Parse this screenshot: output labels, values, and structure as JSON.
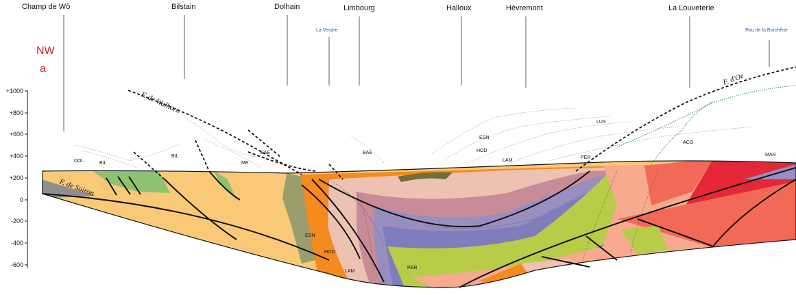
{
  "orientation": {
    "direction": "NW",
    "panel": "a"
  },
  "localities": [
    {
      "id": "champ-de-wo",
      "label": "Champ de Wô"
    },
    {
      "id": "bilstain",
      "label": "Bilstain"
    },
    {
      "id": "dolhain",
      "label": "Dolhain"
    },
    {
      "id": "limbourg",
      "label": "Limbourg"
    },
    {
      "id": "halloux",
      "label": "Halloux"
    },
    {
      "id": "hevremont",
      "label": "Hèvremont"
    },
    {
      "id": "la-louveterie",
      "label": "La Louveterie"
    }
  ],
  "rivers": [
    {
      "id": "la-vesdre",
      "label": "La Vesdre"
    },
    {
      "id": "rau-de-la-borchene",
      "label": "Rau de la Borchêne"
    }
  ],
  "elevation_axis": [
    "+1000",
    "+800",
    "+600",
    "+400",
    "+200",
    "0",
    "-200",
    "-400",
    "-600"
  ],
  "faults": [
    {
      "id": "walhorn",
      "label": "F. de Walhorn"
    },
    {
      "id": "soiron",
      "label": "F. de Soiron"
    },
    {
      "id": "oe",
      "label": "F. d'Oe"
    }
  ],
  "unit_labels": {
    "dol": "DOL",
    "bil_1": "BIL",
    "bil_2": "BIL",
    "me": "ME",
    "bae_1": "BAE",
    "bae_2": "BAE",
    "esn_top": "ESN",
    "hod_top": "HOD",
    "lam_top": "LAM",
    "lus": "LUS",
    "per_top": "PER",
    "aco": "ACO",
    "mar": "MAR",
    "esn_bot": "ESN",
    "hod_bot": "HOD",
    "lam_bot": "LAM",
    "per_bot": "PER"
  },
  "colors": {
    "orange_light": "#f9c978",
    "green": "#8dc270",
    "olive": "#9a9e6c",
    "orange": "#f58a1f",
    "pink": "#edc2b2",
    "mauve": "#c88c98",
    "purple": "#9a8ec0",
    "blue_purple": "#7e7ebc",
    "lime": "#b8cc48",
    "salmon": "#f7aa8e",
    "coral": "#f26a57",
    "red": "#e42838",
    "gray": "#8f8f8f",
    "river_blue": "#2b5fa8",
    "orientation_red": "#e3201b"
  }
}
